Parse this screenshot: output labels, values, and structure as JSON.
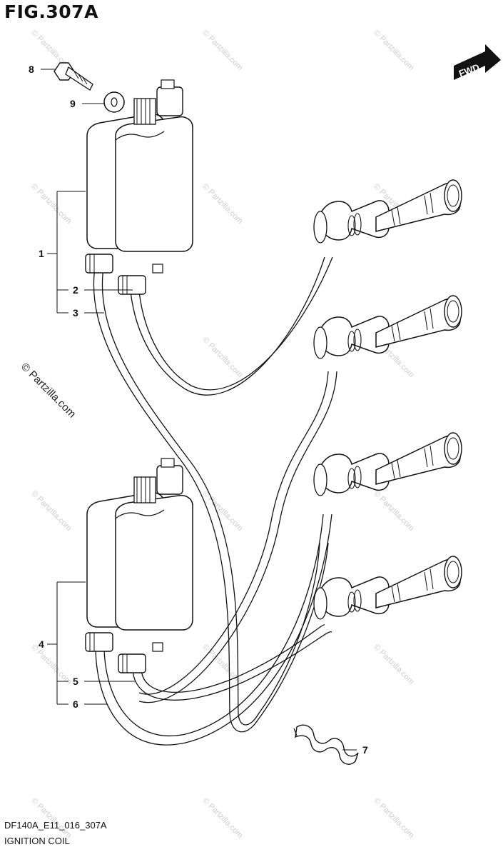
{
  "figure": {
    "title": "FIG.307A",
    "code": "DF140A_E11_016_307A",
    "name": "IGNITION COIL",
    "copyright": "© Partzilla.com",
    "watermark": "© Partzilla.com",
    "direction_label": "FWD"
  },
  "callouts": {
    "c1": "1",
    "c2": "2",
    "c3": "3",
    "c4": "4",
    "c5": "5",
    "c6": "6",
    "c7": "7",
    "c8": "8",
    "c9": "9"
  }
}
